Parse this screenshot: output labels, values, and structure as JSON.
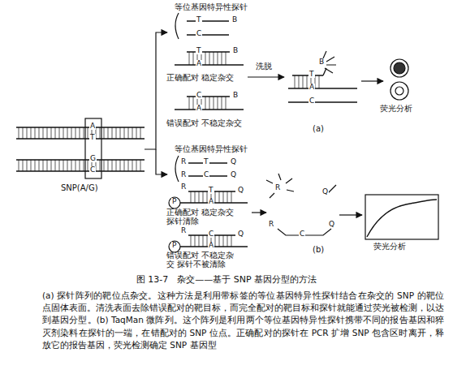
{
  "diagram": {
    "caption": "图 13-7　杂交——基于 SNP 基因分型的方法",
    "labels": [
      "等位基因特异性探针",
      "T",
      "B",
      "C",
      "T",
      "A",
      "B",
      "正确配对 稳定杂交",
      "C",
      "A",
      "B",
      "错误配对 不稳定杂交",
      "洗脱",
      "B",
      "T",
      "A",
      "C",
      "荧光分析",
      "(a)",
      "A",
      "T",
      "G",
      "C",
      "SNP(A/G)",
      "等位基因特异性探针",
      "R",
      "T",
      "Q",
      "R",
      "C",
      "Q",
      "R",
      "T",
      "A",
      "Q",
      "P",
      "正确配对 稳定杂交 探针清除",
      "R",
      "C",
      "A",
      "Q",
      "P",
      "错误配对 不稳定杂交 探针不被清除",
      "R",
      "Q",
      "R",
      "C",
      "Q",
      "荧光分析",
      "(b)",
      "(a) 探针阵列的靶位点杂交。这种方法是利用带标签的等位基因特异性探针结合在杂交的 SNP 的靶位点固体表面。清洗表面去除错误配对的靶目标，而完全配对的靶目标和探针就能通过荧光被检测，以达到基因分型。(b) TaqMan 微阵列。这个阵列是利用两个等位基因特异性探针携带不同的报告基因和猝灭剂染料在探针的一端，在错配对的 SNP 位点。正确配对的探针在 PCR 扩增 SNP 包含区时离开，释放它的报告基因，荧光检测确定 SNP 基因型"
    ]
  }
}
